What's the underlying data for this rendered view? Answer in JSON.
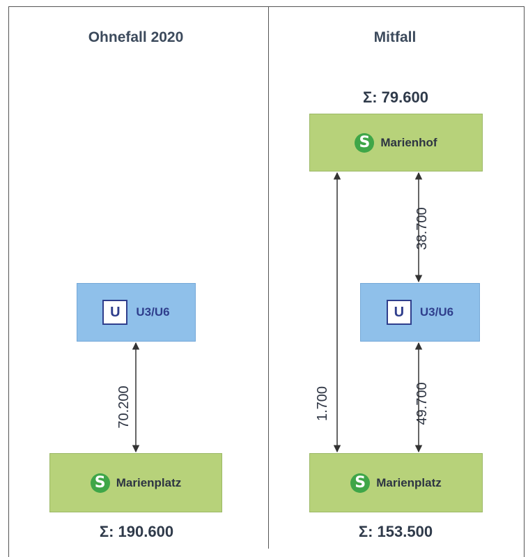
{
  "left_panel": {
    "title": "Ohnefall 2020",
    "u_station": {
      "icon_letter": "U",
      "label": "U3/U6"
    },
    "s_station": {
      "icon_letter": "S",
      "label": "Marienplatz"
    },
    "flow_u_to_s": "70.200",
    "sum_bottom": "Σ: 190.600"
  },
  "right_panel": {
    "title": "Mitfall",
    "sum_top": "Σ: 79.600",
    "s_top_station": {
      "icon_letter": "S",
      "label": "Marienhof"
    },
    "u_station": {
      "icon_letter": "U",
      "label": "U3/U6"
    },
    "s_bottom_station": {
      "icon_letter": "S",
      "label": "Marienplatz"
    },
    "flow_marienhof_to_u": "38.700",
    "flow_u_to_marienplatz": "49.700",
    "flow_marienhof_to_marienplatz": "1.700",
    "sum_bottom": "Σ: 153.500"
  },
  "colors": {
    "s_box": "#b7d27a",
    "u_box": "#8fc0ea",
    "s_icon": "#3fa648",
    "u_icon_border": "#2f3e8c"
  },
  "icons": {
    "s_bahn": "s-bahn-icon",
    "u_bahn": "u-bahn-icon"
  }
}
